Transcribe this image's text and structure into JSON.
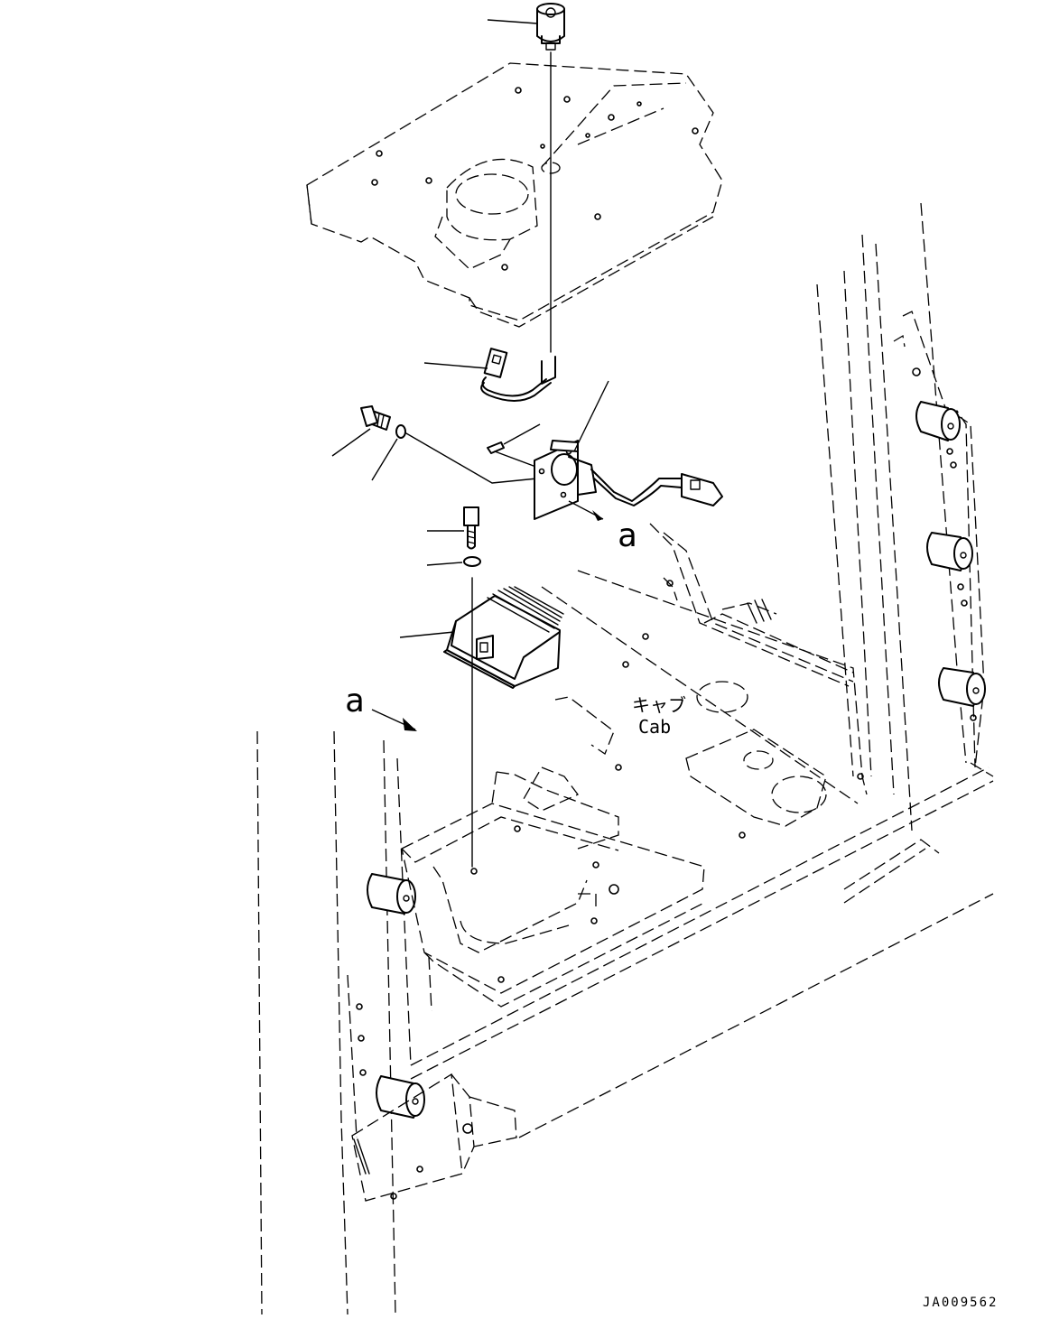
{
  "labels": {
    "view_marker_a_connector": "a",
    "view_marker_a_arrow": "a",
    "cab_jp": "キャブ",
    "cab_en": "Cab",
    "drawing_id": "JA009562"
  },
  "colors": {
    "line": "#000000",
    "background": "#ffffff"
  }
}
